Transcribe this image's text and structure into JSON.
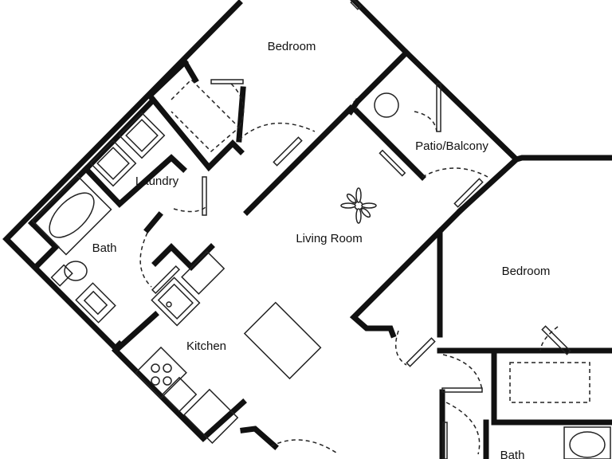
{
  "rooms": {
    "bedroom_top": "Bedroom",
    "patio": "Patio/Balcony",
    "laundry": "Laundry",
    "living": "Living Room",
    "bath_left": "Bath",
    "kitchen": "Kitchen",
    "bedroom_right": "Bedroom",
    "bath_right": "Bath"
  },
  "icons": {
    "ceiling_fan": "ceiling-fan-icon",
    "stove": "stove-icon",
    "sink": "sink-icon",
    "toilet": "toilet-icon",
    "bathtub": "bathtub-icon",
    "washer": "washer-icon",
    "dryer": "dryer-icon"
  },
  "colors": {
    "wall": "#111111",
    "fixture": "#222222",
    "background": "#ffffff"
  }
}
